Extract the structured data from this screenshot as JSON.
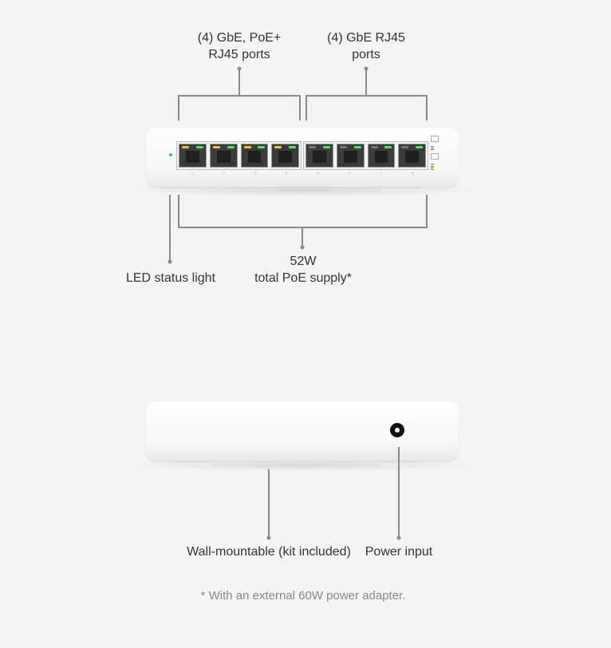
{
  "callouts": {
    "poe_ports": [
      "(4) GbE, PoE+",
      "RJ45 ports"
    ],
    "rj45_ports": [
      "(4) GbE RJ45",
      "ports"
    ],
    "poe_supply": [
      "52W",
      "total PoE supply*"
    ],
    "led": "LED status light",
    "wall_mount": "Wall-mountable (kit included)",
    "power": "Power input"
  },
  "footnote": "* With an external 60W power adapter.",
  "ports": {
    "labels": [
      "1",
      "2",
      "3",
      "4",
      "5",
      "6",
      "7",
      "8"
    ],
    "left_led_colors": [
      "#f0c040",
      "#f0c040",
      "#f0c040",
      "#f0c040",
      "#777777",
      "#777777",
      "#777777",
      "#777777"
    ],
    "link_led_color": "#57e05a"
  },
  "status_led_color": "#4aa3f0"
}
